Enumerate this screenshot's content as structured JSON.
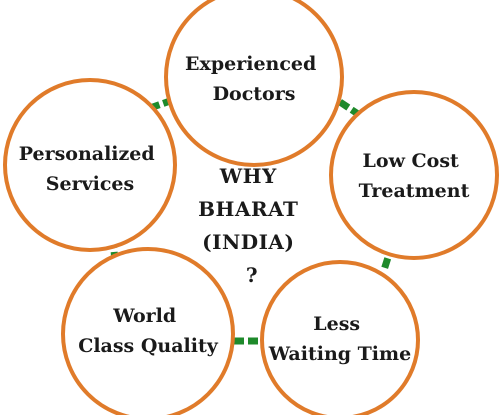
{
  "center": {
    "lines": [
      "WHY",
      "BHARAT",
      "(INDIA)",
      "?"
    ]
  },
  "bubbles": [
    {
      "lines": [
        "Experienced",
        "Doctors"
      ]
    },
    {
      "lines": [
        "Low Cost",
        "Treatment"
      ]
    },
    {
      "lines": [
        "Less",
        "Waiting Time"
      ]
    },
    {
      "lines": [
        "World",
        "Class Quality"
      ]
    },
    {
      "lines": [
        "Personalized",
        "Services"
      ]
    }
  ],
  "colors": {
    "circle_border": "#e07b2a",
    "connector": "#1e8a2b",
    "text": "#1a1a1a"
  }
}
